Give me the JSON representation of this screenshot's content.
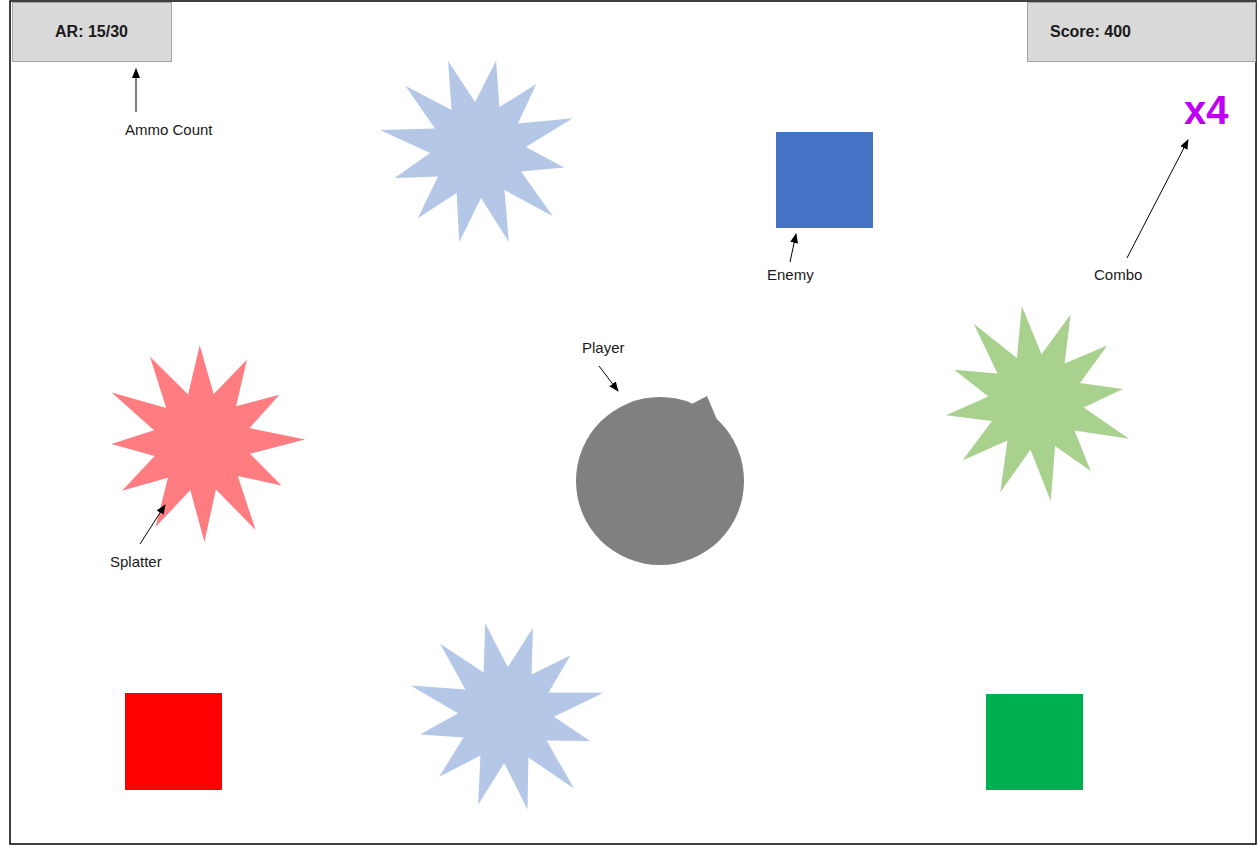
{
  "diagram": {
    "nodes": [
      {
        "text": [
          "AR: 15/30"
        ]
      },
      {
        "text": [
          "Score: 400"
        ]
      }
    ],
    "labels": [
      "Ammo Count",
      "Enemy",
      "x4",
      "Combo",
      "Player",
      "Splatter"
    ]
  }
}
